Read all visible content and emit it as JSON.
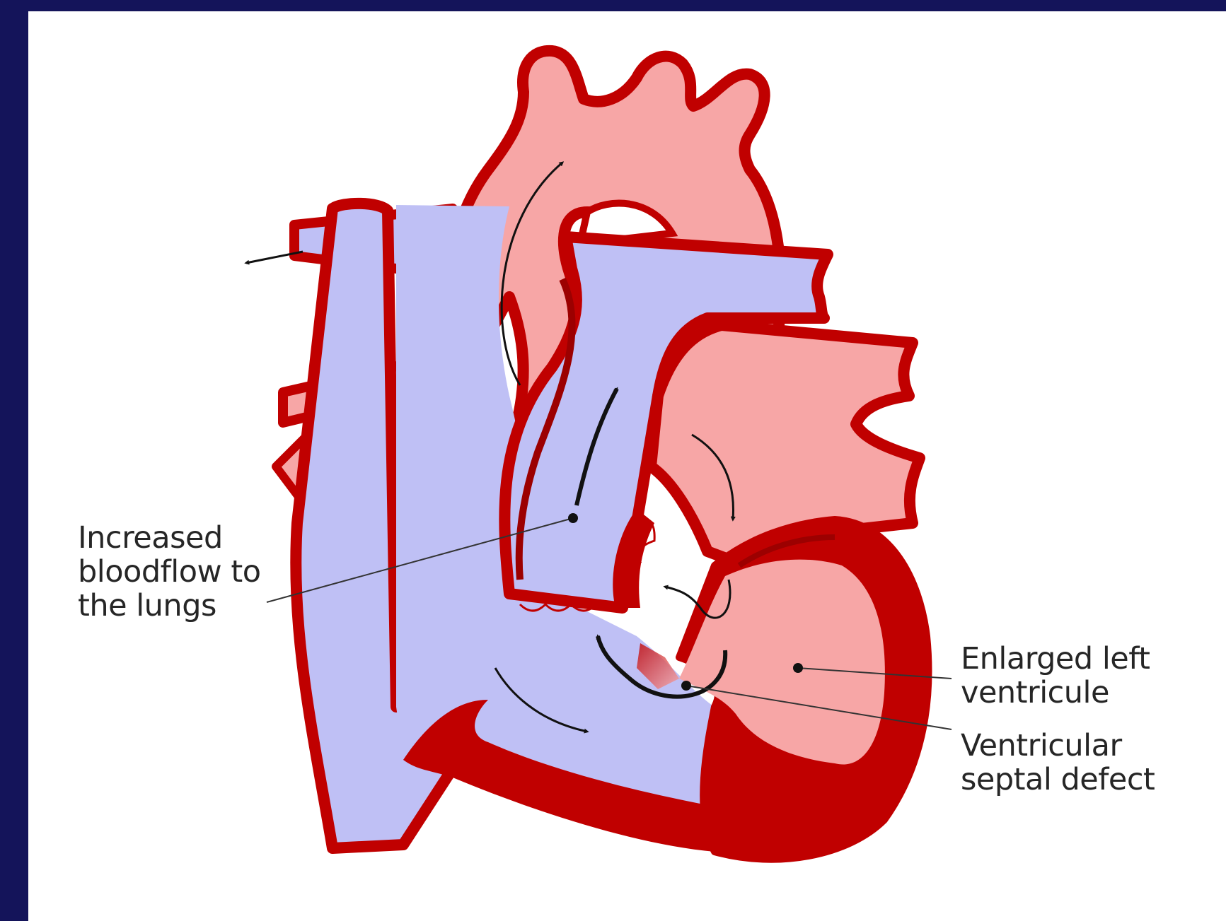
{
  "colors": {
    "background": "#14145a",
    "panel": "#ffffff",
    "muscle_red": "#c00000",
    "oxygenated_pink": "#f7a6a6",
    "deoxygenated_blue": "#bfc0f5",
    "arrow": "#111111"
  },
  "labels": {
    "lungs": {
      "lines": [
        "Increased",
        "bloodflow to",
        "the lungs"
      ]
    },
    "ventricle": {
      "lines": [
        "Enlarged left",
        "ventricule"
      ]
    },
    "vsd": {
      "lines": [
        "Ventricular",
        "septal defect"
      ]
    }
  }
}
